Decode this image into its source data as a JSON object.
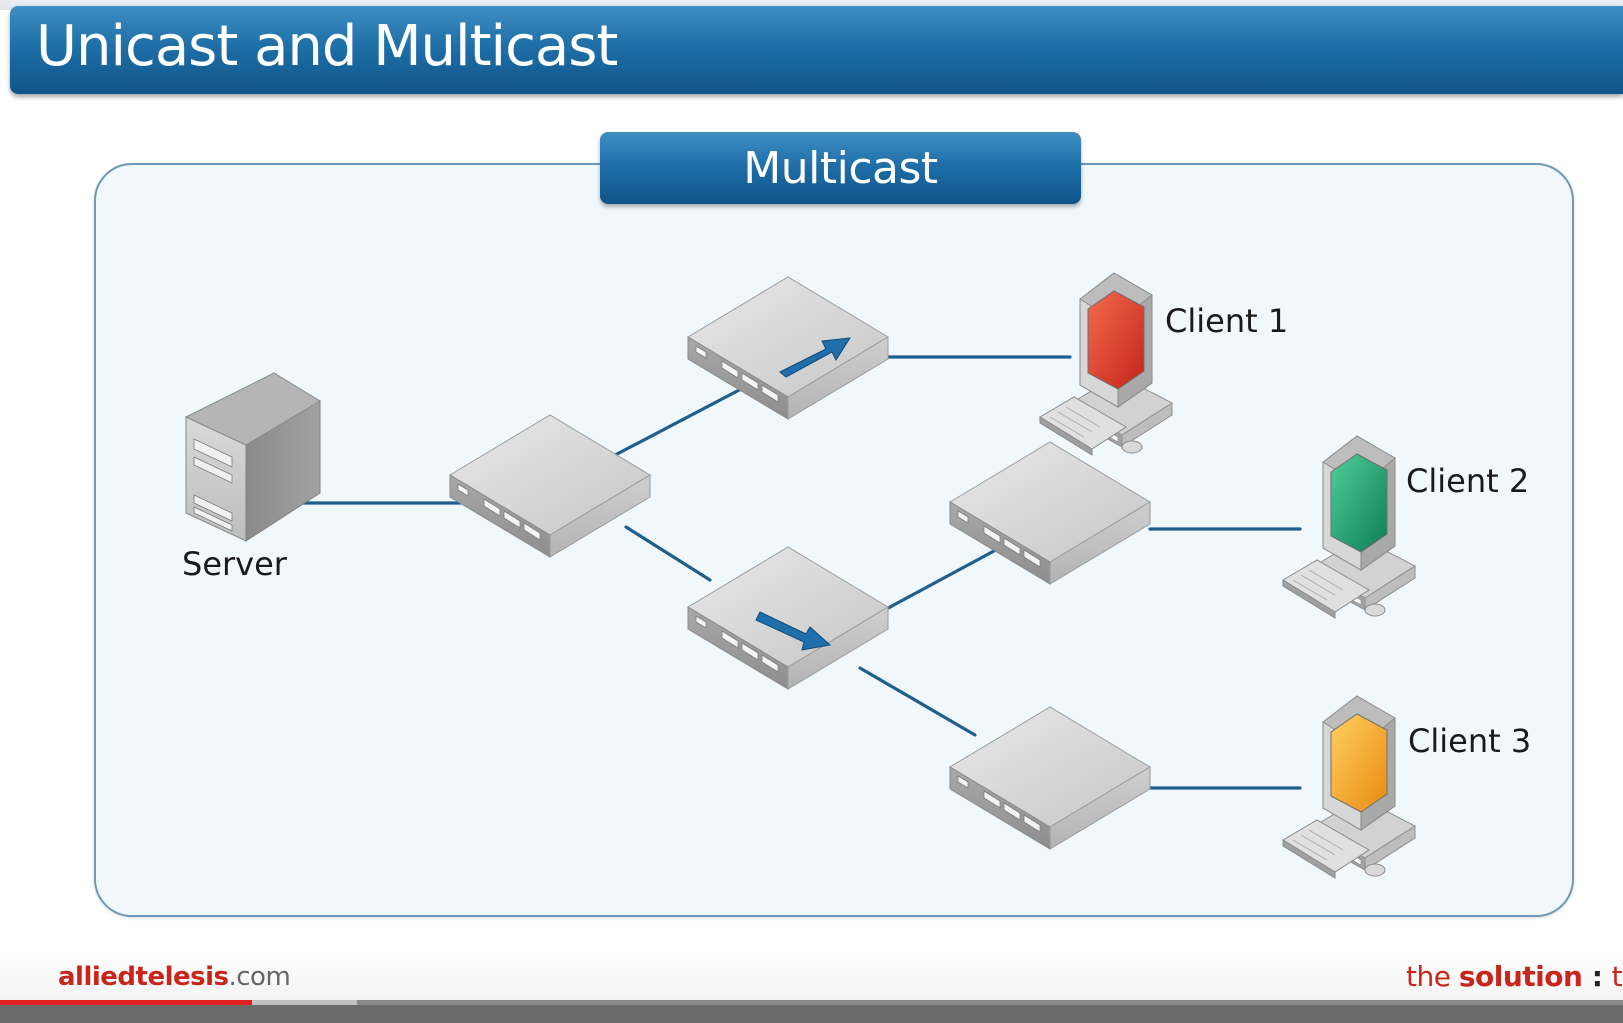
{
  "slide": {
    "title": "Unicast and Multicast",
    "section_label": "Multicast"
  },
  "diagram": {
    "nodes": {
      "server": {
        "label": "Server",
        "type": "server"
      },
      "switch_core": {
        "type": "switch"
      },
      "switch_upper": {
        "type": "switch",
        "forwarding_arrow": true
      },
      "switch_middle": {
        "type": "switch",
        "forwarding_arrow": true
      },
      "switch_right_upper": {
        "type": "switch"
      },
      "switch_right_lower": {
        "type": "switch"
      },
      "client1": {
        "label": "Client 1",
        "type": "workstation",
        "screen_color": "#e8422c"
      },
      "client2": {
        "label": "Client 2",
        "type": "workstation",
        "screen_color": "#1fa877"
      },
      "client3": {
        "label": "Client 3",
        "type": "workstation",
        "screen_color": "#f6a21c"
      }
    },
    "links": [
      [
        "server",
        "switch_core"
      ],
      [
        "switch_core",
        "switch_upper"
      ],
      [
        "switch_core",
        "switch_middle"
      ],
      [
        "switch_upper",
        "client1"
      ],
      [
        "switch_middle",
        "switch_right_upper"
      ],
      [
        "switch_middle",
        "switch_right_lower"
      ],
      [
        "switch_right_upper",
        "client2"
      ],
      [
        "switch_right_lower",
        "client3"
      ]
    ],
    "link_color": "#1f5f8e",
    "arrow_color": "#1e6fab"
  },
  "footer": {
    "brand_main": "alliedtelesis",
    "brand_suffix": ".com",
    "tagline_lead": "the ",
    "tagline_bold": "solution",
    "tagline_sep": " : ",
    "tagline_tail": "th"
  },
  "player": {
    "progress": 0.155,
    "buffered": 0.22
  },
  "colors": {
    "title_bar": "#1f6fa8",
    "frame_border": "#6f99b8",
    "frame_fill": "#f0f8fc",
    "brand_red": "#c8261a"
  }
}
